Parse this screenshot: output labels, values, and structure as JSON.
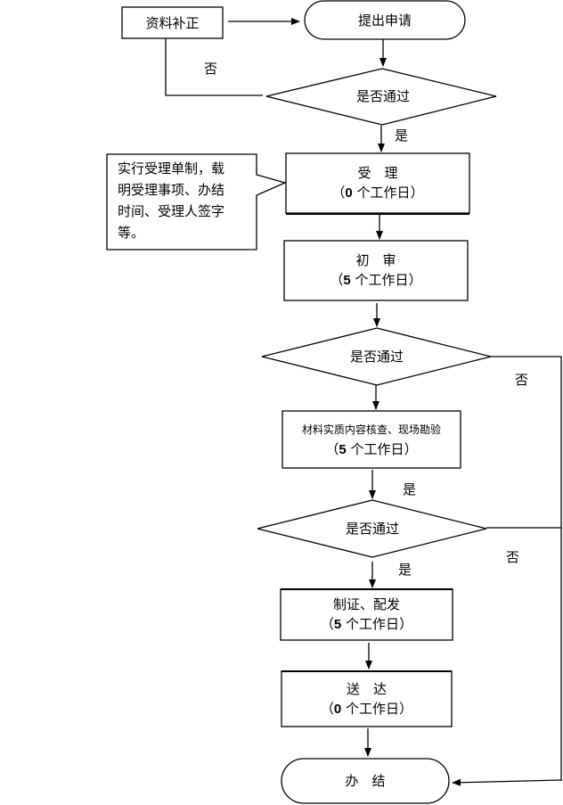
{
  "nodes": {
    "supplement": {
      "label": "资料补正"
    },
    "submit": {
      "label": "提出申请"
    },
    "decision1": {
      "label": "是否通过"
    },
    "accept": {
      "label": "受　理",
      "days": "0",
      "unit": "个工作日"
    },
    "review": {
      "label": "初　审",
      "days": "5",
      "unit": "个工作日"
    },
    "decision2": {
      "label": "是否通过"
    },
    "inspect": {
      "label": "材料实质内容核查、现场勘验",
      "days": "5",
      "unit": "个工作日"
    },
    "decision3": {
      "label": "是否通过"
    },
    "issue": {
      "label": "制证、配发",
      "days": "5",
      "unit": "个工作日"
    },
    "deliver": {
      "label": "送　达",
      "days": "0",
      "unit": "个工作日"
    },
    "finish": {
      "label": "办　结"
    }
  },
  "note": {
    "lines": [
      "实行受理单制，载",
      "明受理事项、办结",
      "时间、受理人签字",
      "等。"
    ]
  },
  "edge_labels": {
    "no1": "否",
    "yes1": "是",
    "no2": "否",
    "yes2": "是",
    "no3": "否",
    "yes3": "是"
  },
  "paren_open": "（",
  "paren_close": "）"
}
